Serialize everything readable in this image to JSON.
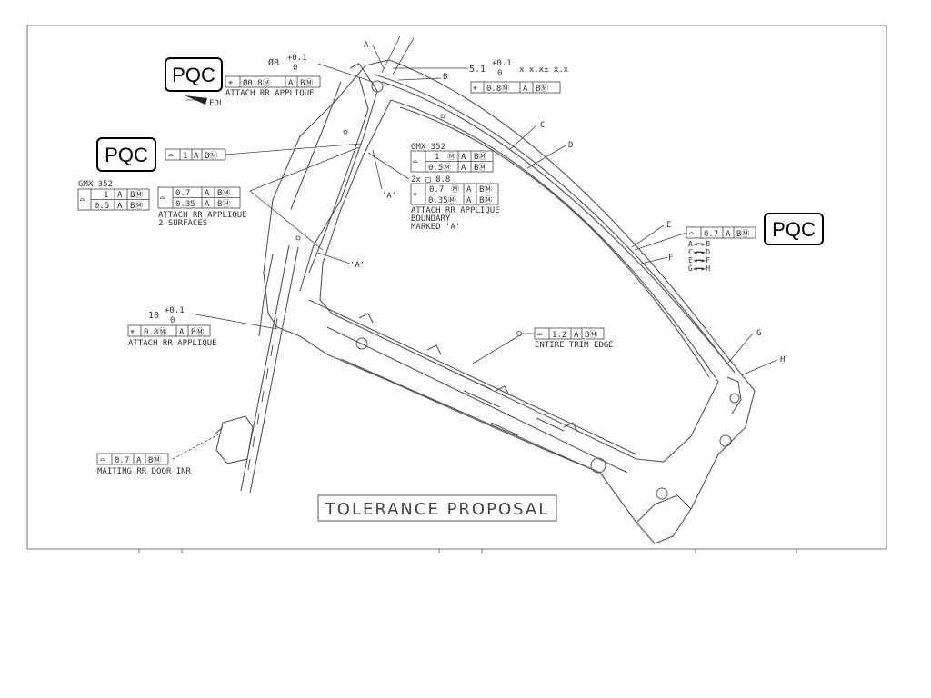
{
  "title": "TOLERANCE PROPOSAL",
  "pqc": [
    "PQC",
    "PQC",
    "PQC"
  ],
  "datum_labels": [
    "A",
    "B",
    "C",
    "D",
    "E",
    "F",
    "G",
    "H"
  ],
  "view_marks": [
    "'A'",
    "'A'"
  ],
  "callouts": {
    "top_left": {
      "dim": "Ø8",
      "tol_plus": "+0.1",
      "tol_zero": "0",
      "fcf": [
        "⌖",
        "Ø0.8Ⓜ",
        "A",
        "BⓂ"
      ],
      "note": "ATTACH RR APPLIQUE",
      "fol": "FOL"
    },
    "top_right_dim": {
      "dim": "5.1",
      "tol_plus": "+0.1",
      "tol_zero": "0",
      "suffix": "x x.x± x.x",
      "fcf": [
        "⌖",
        "0.8Ⓜ",
        "A",
        "BⓂ"
      ]
    },
    "profile_left": {
      "fcf": [
        "⌓",
        "1",
        "A",
        "BⓂ"
      ]
    },
    "gmx_left": {
      "label": "GMX 352",
      "row1": [
        "1",
        "A",
        "BⓂ"
      ],
      "row2": [
        "0.5",
        "A",
        "BⓂ"
      ]
    },
    "two_surfaces": {
      "row1": [
        "0.7",
        "A",
        "BⓂ"
      ],
      "row2": [
        "0.35",
        "A",
        "BⓂ"
      ],
      "note1": "ATTACH RR APPLIQUE",
      "note2": "2 SURFACES"
    },
    "gmx_center": {
      "label": "GMX 352",
      "row1": [
        "1",
        "Ⓜ",
        "A",
        "BⓂ"
      ],
      "row2": [
        "0.5Ⓜ",
        "A",
        "BⓂ"
      ],
      "hole": "2x □ 8.8",
      "row3": [
        "0.7",
        "Ⓜ",
        "A",
        "BⓂ"
      ],
      "row4": [
        "0.35Ⓜ",
        "A",
        "BⓂ"
      ],
      "note1": "ATTACH RR APPLIQUE",
      "note2": "BOUNDARY",
      "note3": "MARKED 'A'"
    },
    "right_profile": {
      "fcf": [
        "⌓",
        "0.7",
        "A",
        "BⓂ"
      ],
      "pairs": [
        "A◄━►B",
        "C◄━►D",
        "E◄━►F",
        "G◄━►H"
      ]
    },
    "left_mid": {
      "dim": "10",
      "tol_plus": "+0.1",
      "tol_zero": "0",
      "fcf": [
        "⌖",
        "0.8Ⓜ",
        "A",
        "BⓂ"
      ],
      "note": "ATTACH RR APPLIQUE"
    },
    "trim_edge": {
      "fcf": [
        "⌓",
        "1.2",
        "A",
        "BⓂ"
      ],
      "note": "ENTIRE TRIM EDGE"
    },
    "door": {
      "fcf": [
        "⌓",
        "0.7",
        "A",
        "BⓂ"
      ],
      "note": "MAITING RR DOOR INR"
    }
  }
}
